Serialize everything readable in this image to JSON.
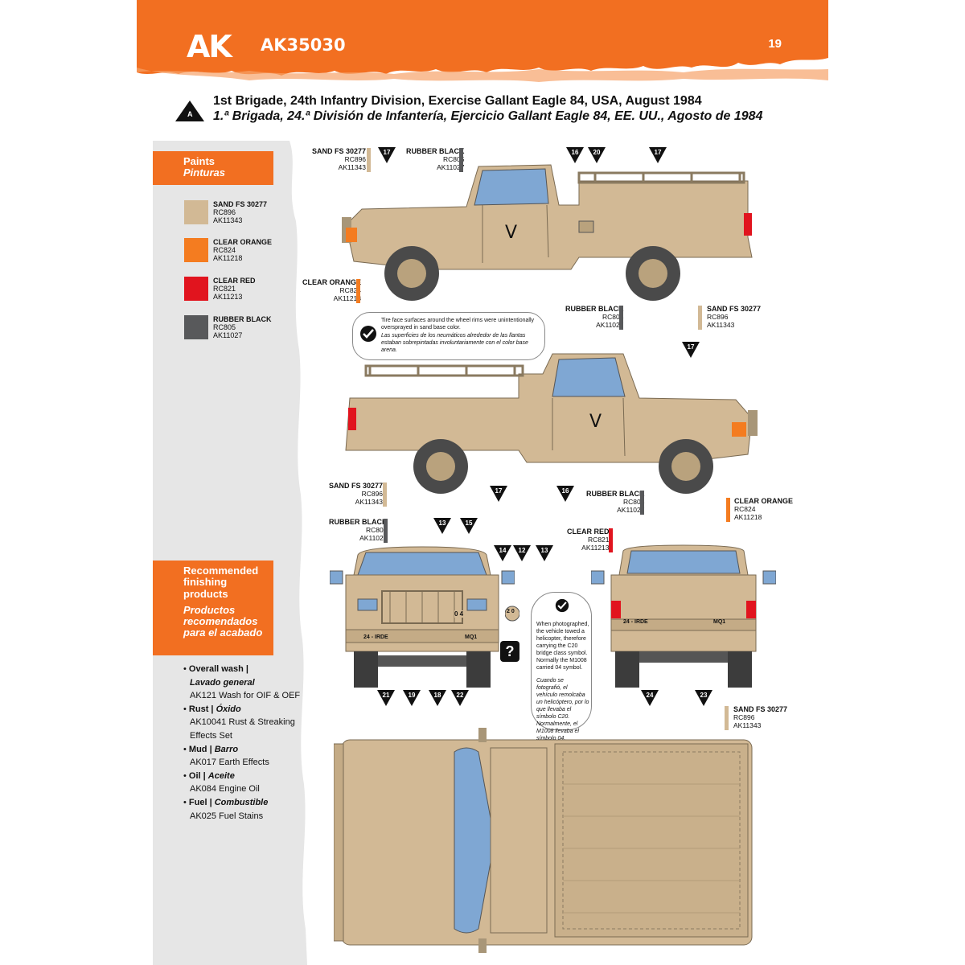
{
  "header": {
    "brand": "AK",
    "code": "AK35030",
    "page_number": "19",
    "brand_color": "#f26f21"
  },
  "scheme": {
    "letter": "A",
    "title_en": "1st Brigade, 24th Infantry Division, Exercise Gallant Eagle 84, USA, August 1984",
    "title_es": "1.ª Brigada, 24.ª División de Infantería, Ejercicio Gallant Eagle 84, EE. UU., Agosto de 1984"
  },
  "paints": {
    "heading_en": "Paints",
    "heading_es": "Pinturas",
    "items": [
      {
        "name": "SAND FS 30277",
        "rc": "RC896",
        "ak": "AK11343",
        "color": "#d2b995"
      },
      {
        "name": "CLEAR ORANGE",
        "rc": "RC824",
        "ak": "AK11218",
        "color": "#f47c20"
      },
      {
        "name": "CLEAR RED",
        "rc": "RC821",
        "ak": "AK11213",
        "color": "#e1141e"
      },
      {
        "name": "RUBBER BLACK",
        "rc": "RC805",
        "ak": "AK11027",
        "color": "#58595b"
      }
    ]
  },
  "finishing": {
    "heading_en": "Recommended finishing products",
    "heading_es": "Productos recomendados para el acabado",
    "items": [
      {
        "label": "Overall wash |",
        "label_es": "Lavado general",
        "product": "AK121 Wash for OIF & OEF"
      },
      {
        "label": "Rust |",
        "label_es": "Óxido",
        "product": "AK10041 Rust & Streaking",
        "product2": "Effects Set"
      },
      {
        "label": "Mud |",
        "label_es": "Barro",
        "product": "AK017 Earth Effects"
      },
      {
        "label": "Oil |",
        "label_es": "Aceite",
        "product": "AK084 Engine Oil"
      },
      {
        "label": "Fuel |",
        "label_es": "Combustible",
        "product": "AK025 Fuel Stains"
      }
    ]
  },
  "notes": {
    "tire_en": "Tire face surfaces around the wheel rims were unintentionally oversprayed in sand base color.",
    "tire_es": "Las superficies de los neumáticos alrededor de las llantas estaban sobrepintadas involuntariamente con el color base arena.",
    "bridge_en": "When photographed, the vehicle towed a helicopter, therefore carrying the C20 bridge class symbol. Normally the M1008 carried 04 symbol.",
    "bridge_es": "Cuando se fotografió, el vehículo remolcaba un helicóptero, por lo que llevaba el símbolo C20. Normalmente, el M1008 llevaba el símbolo 04."
  },
  "markings": {
    "door": "V",
    "bumper_front_left": "24 - IRDE",
    "bumper_front_right": "MQ1",
    "bumper_rear_left": "24 - IRDE",
    "bumper_rear_right": "MQ1",
    "bridge_plate_front": "0 4",
    "bridge_disc": "2 0",
    "unknown": "?"
  },
  "callouts": {
    "sand": {
      "name": "SAND FS 30277",
      "rc": "RC896",
      "ak": "AK11343"
    },
    "black": {
      "name": "RUBBER BLACK",
      "rc": "RC805",
      "ak": "AK11027"
    },
    "orange": {
      "name": "CLEAR ORANGE",
      "rc": "RC824",
      "ak": "AK11218"
    },
    "red": {
      "name": "CLEAR RED",
      "rc": "RC821",
      "ak": "AK11213"
    }
  },
  "decals": [
    "17",
    "16",
    "20",
    "17",
    "17",
    "17",
    "16",
    "13",
    "15",
    "14",
    "12",
    "13",
    "21",
    "19",
    "18",
    "22",
    "24",
    "23"
  ]
}
